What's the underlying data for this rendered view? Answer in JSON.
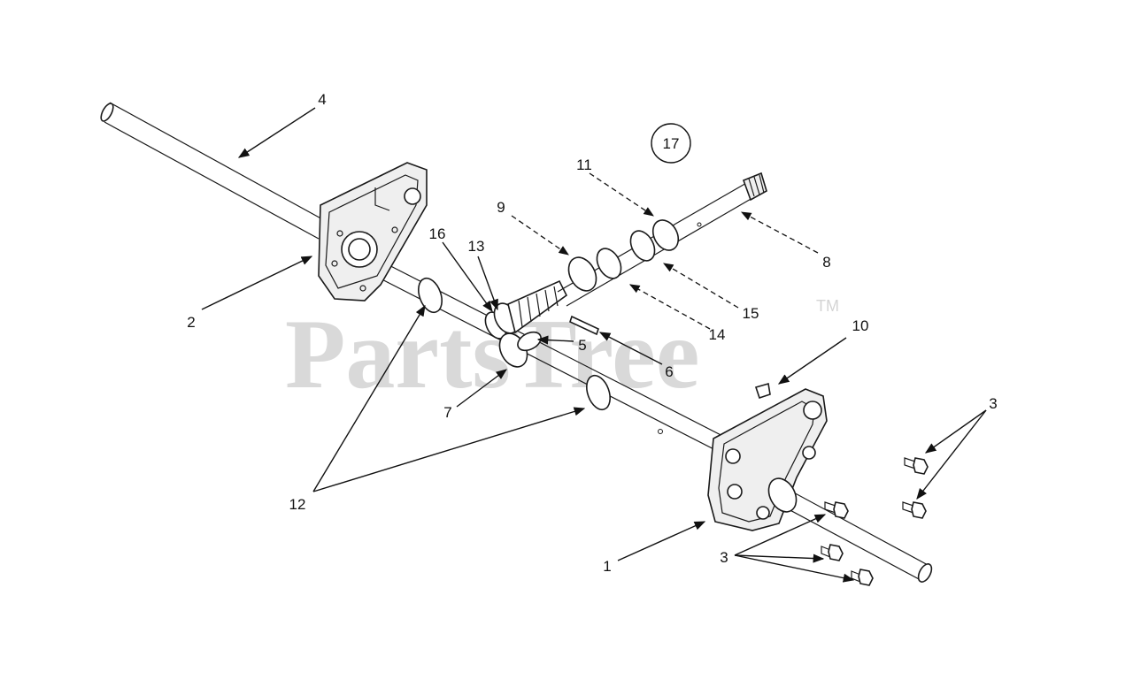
{
  "watermark": {
    "brand": "PartsTree",
    "trademark": "TM"
  },
  "assembly_ref": "17",
  "callouts": [
    {
      "id": "c1",
      "label": "1"
    },
    {
      "id": "c2",
      "label": "2"
    },
    {
      "id": "c3a",
      "label": "3"
    },
    {
      "id": "c3b",
      "label": "3"
    },
    {
      "id": "c4",
      "label": "4"
    },
    {
      "id": "c5",
      "label": "5"
    },
    {
      "id": "c6",
      "label": "6"
    },
    {
      "id": "c7",
      "label": "7"
    },
    {
      "id": "c8",
      "label": "8"
    },
    {
      "id": "c9",
      "label": "9"
    },
    {
      "id": "c10",
      "label": "10"
    },
    {
      "id": "c11",
      "label": "11"
    },
    {
      "id": "c12",
      "label": "12"
    },
    {
      "id": "c13",
      "label": "13"
    },
    {
      "id": "c14",
      "label": "14"
    },
    {
      "id": "c15",
      "label": "15"
    },
    {
      "id": "c16",
      "label": "16"
    }
  ]
}
